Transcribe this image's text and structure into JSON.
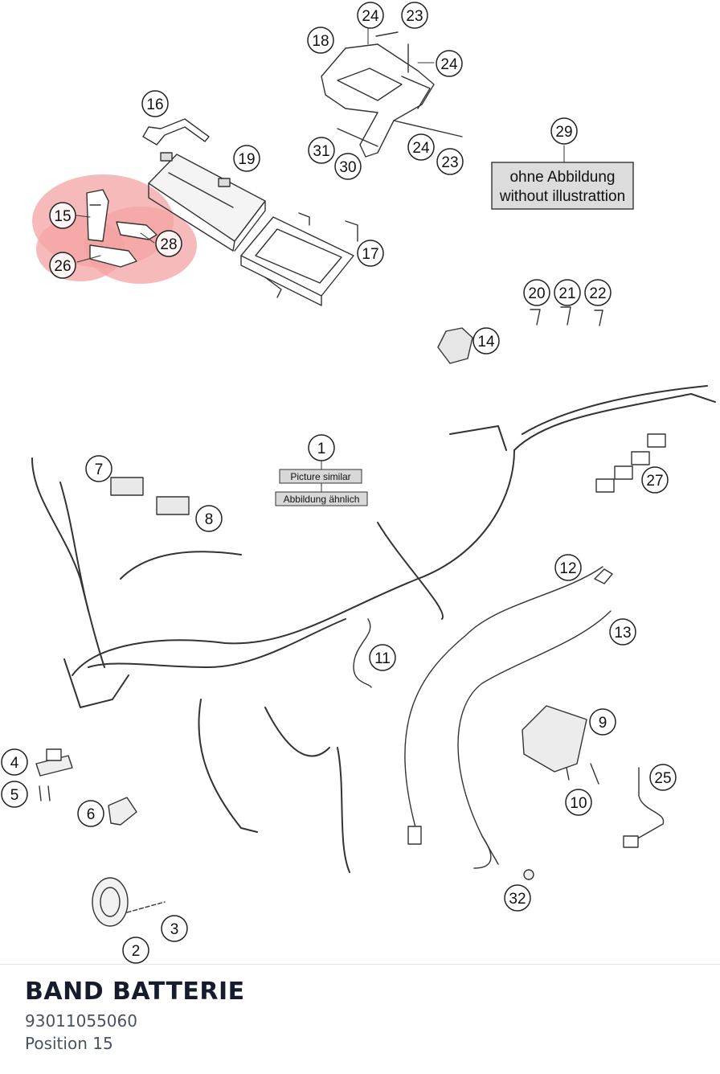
{
  "diagram": {
    "highlight_color": "#f4a3a3",
    "highlighted_position": "15",
    "callouts": [
      "1",
      "2",
      "3",
      "4",
      "5",
      "6",
      "7",
      "8",
      "9",
      "10",
      "11",
      "12",
      "13",
      "14",
      "15",
      "16",
      "17",
      "18",
      "19",
      "20",
      "21",
      "22",
      "23",
      "24",
      "25",
      "26",
      "27",
      "28",
      "29",
      "30",
      "31",
      "32"
    ],
    "note_29": {
      "line1": "ohne Abbildung",
      "line2": "without illustrattion"
    },
    "note_1": {
      "line1": "Picture similar",
      "line2": "Abbildung ähnlich"
    }
  },
  "part": {
    "name": "BAND BATTERIE",
    "number": "93011055060",
    "position_label": "Position 15"
  }
}
